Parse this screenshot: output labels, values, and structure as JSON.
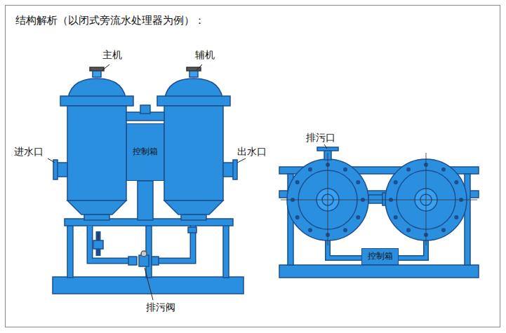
{
  "diagram": {
    "title": "结构解析（以闭式旁流水处理器为例）：",
    "nodes": [
      {
        "text": [
          "控制箱"
        ]
      },
      {
        "text": [
          "控制箱"
        ]
      }
    ],
    "labels": [
      "主机",
      "辅机",
      "进水口",
      "出水口",
      "排污口",
      "排污阀"
    ]
  }
}
